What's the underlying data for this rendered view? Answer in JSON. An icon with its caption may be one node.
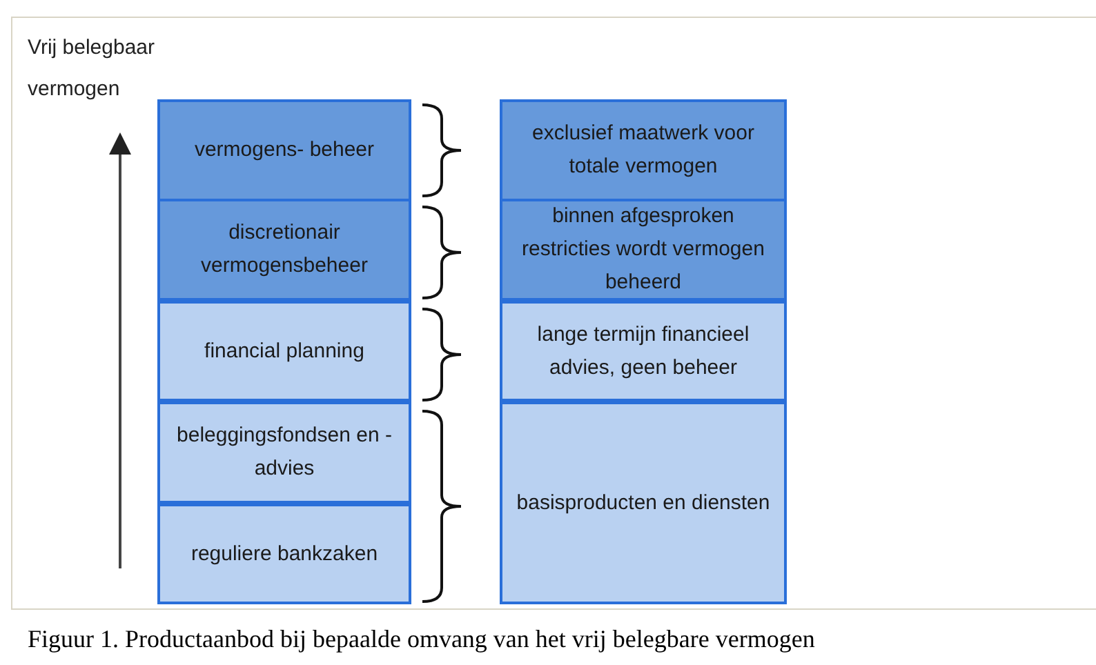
{
  "diagram": {
    "caption": "Figuur 1. Productaanbod bij bepaalde omvang van het vrij belegbare vermogen",
    "nodes": [
      {
        "text": [
          "vermogens- beheer"
        ]
      },
      {
        "text": [
          "discretionair vermogensbeheer"
        ]
      },
      {
        "text": [
          "financial planning"
        ]
      },
      {
        "text": [
          "beleggingsfondsen en -advies"
        ]
      },
      {
        "text": [
          "reguliere bankzaken"
        ]
      },
      {
        "text": [
          "exclusief maatwerk voor totale vermogen"
        ]
      },
      {
        "text": [
          "binnen afgesproken restricties wordt vermogen beheerd"
        ]
      },
      {
        "text": [
          "lange termijn financieel advies, geen beheer"
        ]
      },
      {
        "text": [
          "basisproducten en diensten"
        ]
      }
    ],
    "labels": [
      "Vrij belegbaar vermogen"
    ]
  }
}
